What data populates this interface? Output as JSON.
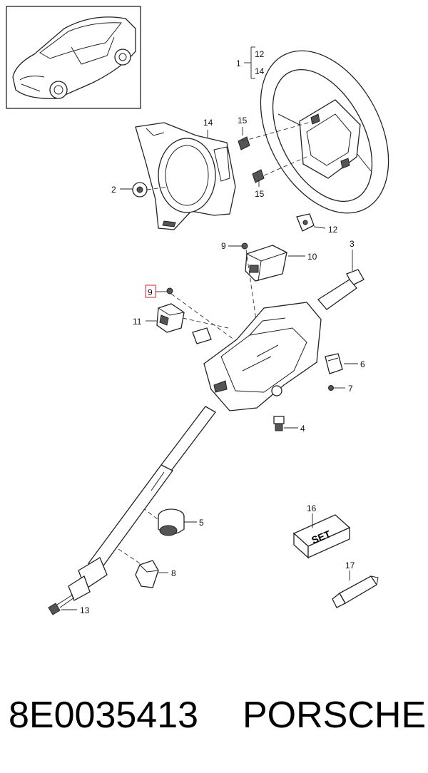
{
  "diagram": {
    "callouts": [
      {
        "id": "c1",
        "text": "1"
      },
      {
        "id": "c12a",
        "text": "12"
      },
      {
        "id": "c14a",
        "text": "14"
      },
      {
        "id": "c14",
        "text": "14"
      },
      {
        "id": "c15a",
        "text": "15"
      },
      {
        "id": "c15b",
        "text": "15"
      },
      {
        "id": "c2",
        "text": "2"
      },
      {
        "id": "c12b",
        "text": "12"
      },
      {
        "id": "c9a",
        "text": "9"
      },
      {
        "id": "c10",
        "text": "10"
      },
      {
        "id": "c3",
        "text": "3"
      },
      {
        "id": "c9b",
        "text": "9"
      },
      {
        "id": "c11",
        "text": "11"
      },
      {
        "id": "c6",
        "text": "6"
      },
      {
        "id": "c7",
        "text": "7"
      },
      {
        "id": "c4",
        "text": "4"
      },
      {
        "id": "c16",
        "text": "16"
      },
      {
        "id": "c5",
        "text": "5"
      },
      {
        "id": "c17",
        "text": "17"
      },
      {
        "id": "c8",
        "text": "8"
      },
      {
        "id": "c13",
        "text": "13"
      }
    ],
    "set_label": "SET",
    "highlight_color": "#e0505a"
  },
  "footer": {
    "part_number": "8E0035413",
    "brand": "PORSCHE"
  }
}
